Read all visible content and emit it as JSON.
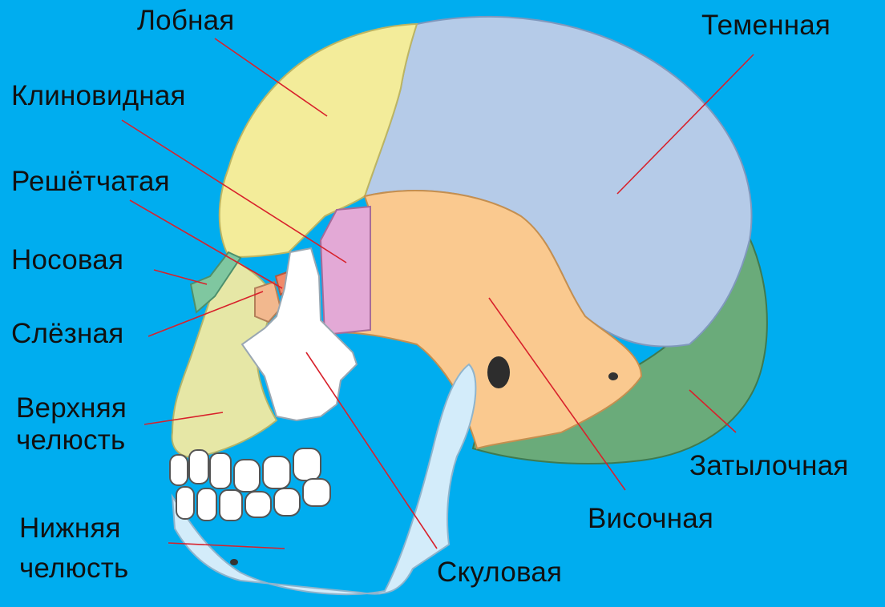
{
  "labels": {
    "frontal": "Лобная",
    "parietal": "Теменная",
    "sphenoid": "Клиновидная",
    "ethmoid": "Решётчатая",
    "nasal": "Носовая",
    "lacrimal": "Слёзная",
    "maxilla_line1": "Верхняя",
    "maxilla_line2": "челюсть",
    "mandible_line1": "Нижняя",
    "mandible_line2": "челюсть",
    "zygomatic": "Скуловая",
    "temporal": "Височная",
    "occipital": "Затылочная"
  },
  "colors": {
    "background": "#00adef",
    "frontal": "#f3ec9a",
    "parietal": "#b5cbe8",
    "sphenoid": "#e3a9d6",
    "ethmoid": "#f08a6a",
    "nasal": "#7fc7a0",
    "lacrimal": "#f2b88e",
    "maxilla": "#e6e7a6",
    "mandible": "#d3ecfa",
    "zygomatic": "#ffffff",
    "temporal": "#fac98f",
    "occipital": "#6aab7a",
    "leader_line": "#d8212b"
  }
}
